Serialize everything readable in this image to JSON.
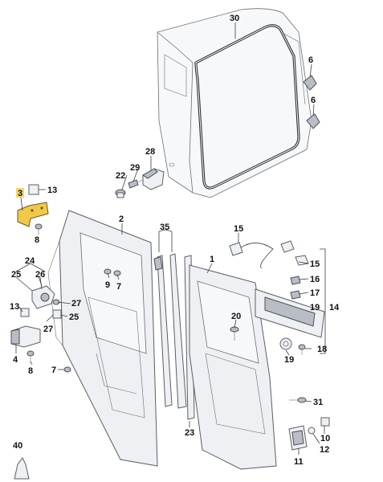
{
  "callouts": {
    "c30": "30",
    "c6a": "6",
    "c6b": "6",
    "c28": "28",
    "c29": "29",
    "c22": "22",
    "c3": "3",
    "c13a": "13",
    "c8a": "8",
    "c2": "2",
    "c35": "35",
    "c1": "1",
    "c15a": "15",
    "c15b": "15",
    "c16": "16",
    "c17": "17",
    "c19a": "19",
    "c14": "14",
    "c24": "24",
    "c25a": "25",
    "c26": "26",
    "c13b": "13",
    "c27a": "27",
    "c27b": "27",
    "c25b": "25",
    "c9": "9",
    "c7a": "7",
    "c4": "4",
    "c8b": "8",
    "c7b": "7",
    "c20": "20",
    "c18": "18",
    "c19b": "19",
    "c31": "31",
    "c23": "23",
    "c12": "12",
    "c10": "10",
    "c11": "11",
    "c40": "40"
  },
  "highlight_color": "#f3d768",
  "highlighted_part": "3"
}
